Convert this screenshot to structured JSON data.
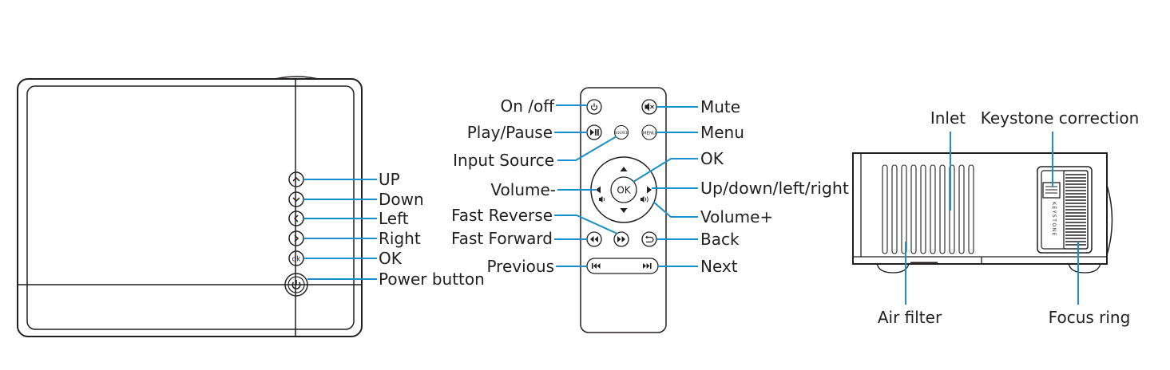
{
  "accent_color": "#1a8fc9",
  "ink_color": "#231f20",
  "top_panel": {
    "labels": {
      "up": "UP",
      "down": "Down",
      "left": "Left",
      "right": "Right",
      "ok": "OK",
      "power": "Power button"
    },
    "button_glyphs": {
      "ok": "ok"
    }
  },
  "remote": {
    "labels": {
      "on_off": "On /off",
      "play_pause": "Play/Pause",
      "input_source": "Input Source",
      "volume_minus": "Volume-",
      "fast_reverse": "Fast Reverse",
      "fast_forward": "Fast Forward",
      "previous": "Previous",
      "mute": "Mute",
      "menu": "Menu",
      "ok": "OK",
      "nav": "Up/down/left/right",
      "volume_plus": "Volume+",
      "back": "Back",
      "next": "Next"
    },
    "button_glyphs": {
      "source": "SOURCE",
      "menu": "MENU",
      "ok": "OK"
    }
  },
  "side_view": {
    "labels": {
      "inlet": "Inlet",
      "keystone": "Keystone correction",
      "air_filter": "Air filter",
      "focus_ring": "Focus ring"
    },
    "engraving": "KEYSTONE"
  }
}
